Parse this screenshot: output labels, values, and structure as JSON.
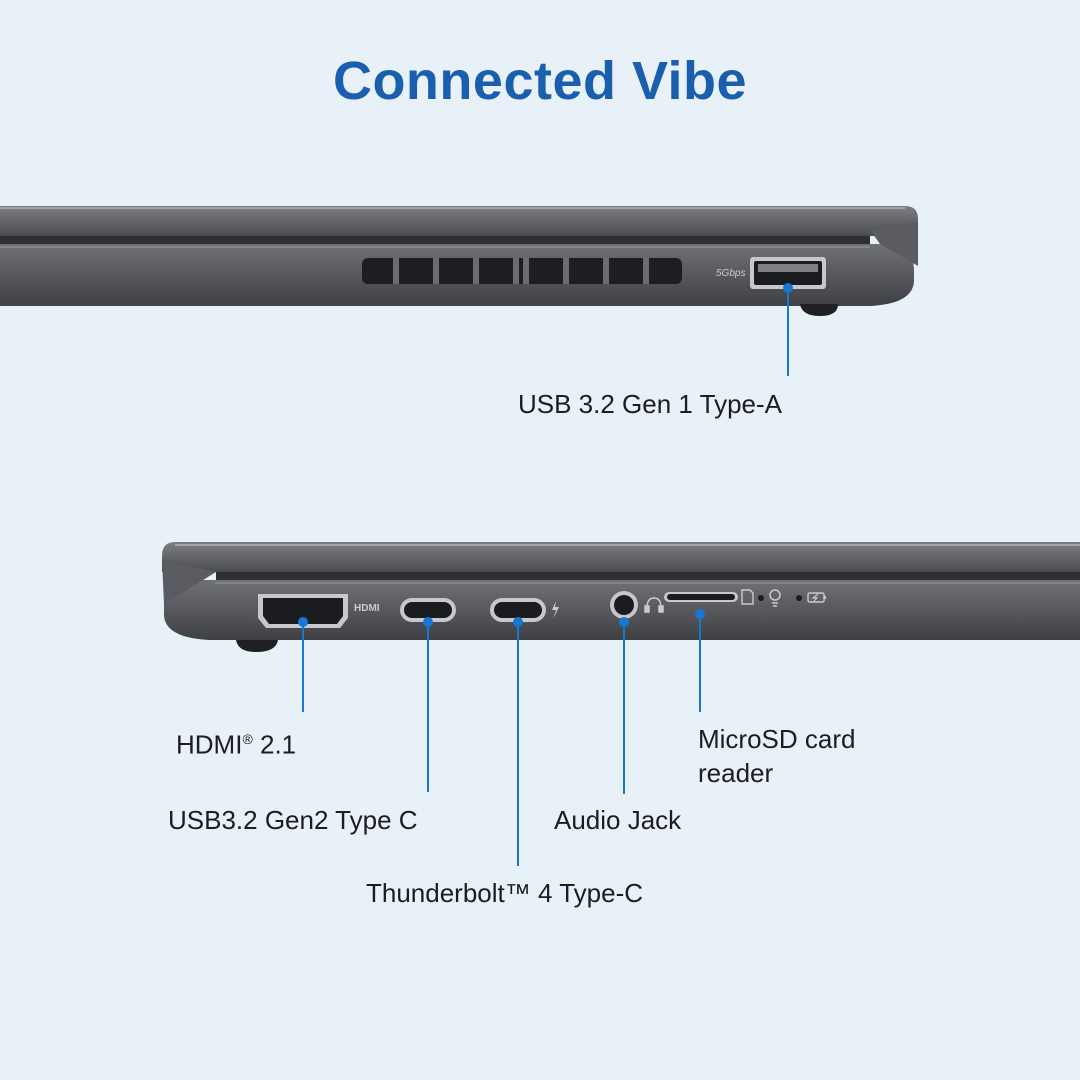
{
  "title": "Connected Vibe",
  "accent_color": "#1a5fae",
  "leader_color": "#1677d4",
  "device_color": "#55575c",
  "port_markings": {
    "speed": "5Gbps",
    "hdmi": "HDMI"
  },
  "ports": {
    "usb_a": "USB 3.2 Gen 1 Type-A",
    "hdmi_text": "HDMI",
    "hdmi_reg": "®",
    "hdmi_version": "2.1",
    "usb_c": "USB3.2 Gen2 Type C",
    "thunderbolt": "Thunderbolt™ 4 Type-C",
    "audio": "Audio Jack",
    "microsd_line1": "MicroSD card",
    "microsd_line2": "reader"
  }
}
